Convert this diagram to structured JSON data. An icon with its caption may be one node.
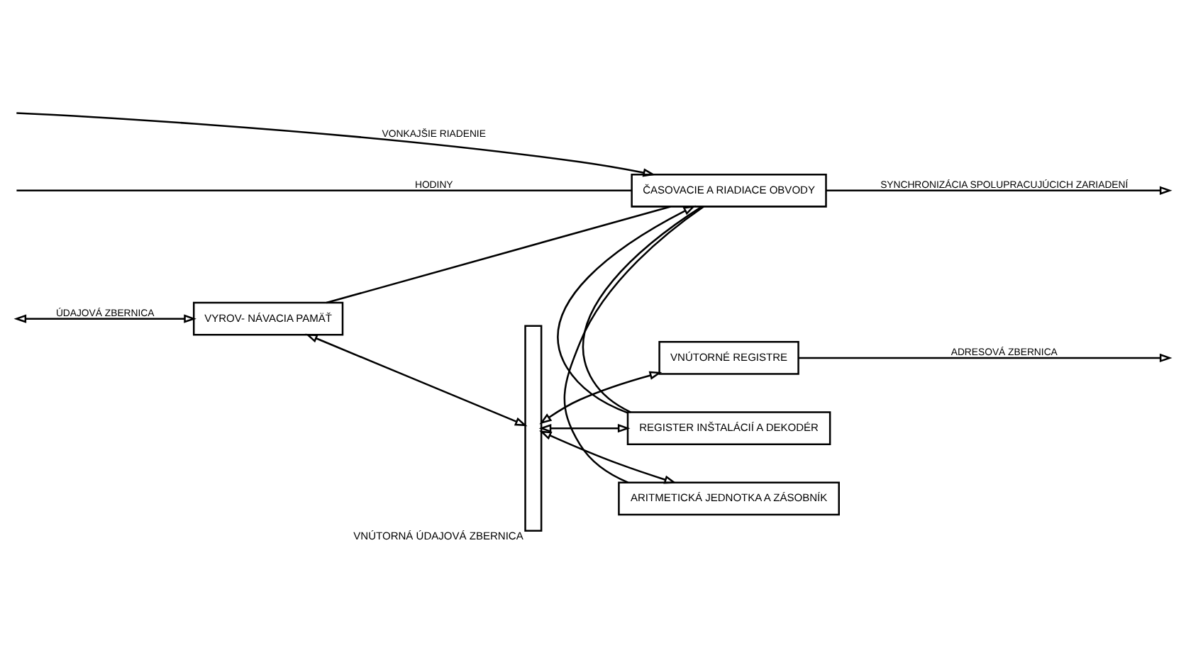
{
  "diagram": {
    "nodes": [
      {
        "text": [
          "VYROV- NÁVACIA PAMÄŤ"
        ]
      },
      {
        "text": [],
        "shape": "bar",
        "beside": [
          "VNÚTORNÁ ÚDAJOVÁ ZBERNICA"
        ]
      },
      {
        "text": [
          "VNÚTORNÉ REGISTRE"
        ]
      },
      {
        "text": [
          "REGISTER INŠTALÁCIÍ A DEKODÉR"
        ]
      },
      {
        "text": [
          "ARITMETICKÁ JEDNOTKA A ZÁSOBNÍK"
        ]
      },
      {
        "text": [
          "ČASOVACIE A RIADIACE OBVODY"
        ]
      }
    ],
    "edges": [
      {
        "from": null,
        "to": 0,
        "arrow": "both",
        "label": "ÚDAJOVÁ ZBERNICA"
      },
      {
        "from": 0,
        "to": 1,
        "arrow": "both"
      },
      {
        "from": 1,
        "to": 2,
        "arrow": "both"
      },
      {
        "from": 1,
        "to": 3,
        "arrow": "both"
      },
      {
        "from": 1,
        "to": 4,
        "arrow": "both"
      },
      {
        "from": 2,
        "to": null,
        "arrow": "to",
        "label": "ADRESOVÁ ZBERNICA"
      },
      {
        "from": 0,
        "to": 5,
        "arrow": "none"
      },
      {
        "from": 3,
        "to": 5,
        "arrow": "none"
      },
      {
        "from": 4,
        "to": 5,
        "arrow": "none"
      },
      {
        "from": 3,
        "to": 5,
        "arrow": "to"
      },
      {
        "from": null,
        "to": 5,
        "arrow": "to",
        "label": "VONKAJŠIE RIADENIE"
      },
      {
        "from": null,
        "to": 5,
        "arrow": "none",
        "label": "HODINY"
      },
      {
        "from": 5,
        "to": null,
        "arrow": "to",
        "label": "SYNCHRONIZÁCIA SPOLUPRACUJÚCICH ZARIADENÍ"
      }
    ]
  }
}
